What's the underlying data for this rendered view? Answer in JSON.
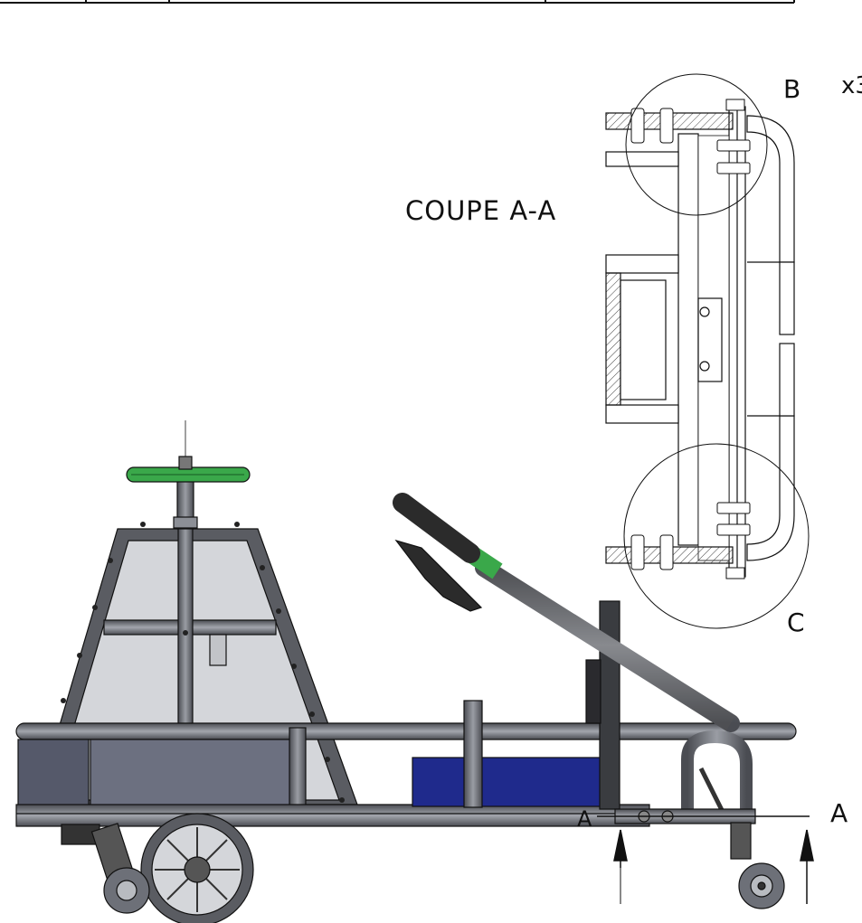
{
  "labels": {
    "section_title": "COUPE A-A",
    "detail_b": "B",
    "detail_c": "C",
    "scale_note": "x3",
    "section_mark_left": "A",
    "section_mark_right": "A"
  },
  "colors": {
    "line": "#111111",
    "frame_dark": "#5a5c62",
    "frame_mid": "#8c8f96",
    "glass": "#d4d6da",
    "panel": "#55596a",
    "panel_light": "#6c7080",
    "battery": "#1f2a8c",
    "steering_wheel": "#3aa84a",
    "handle_grip": "#2b2b2b",
    "handle_accent": "#3aa84a",
    "hatch": "#444444"
  }
}
